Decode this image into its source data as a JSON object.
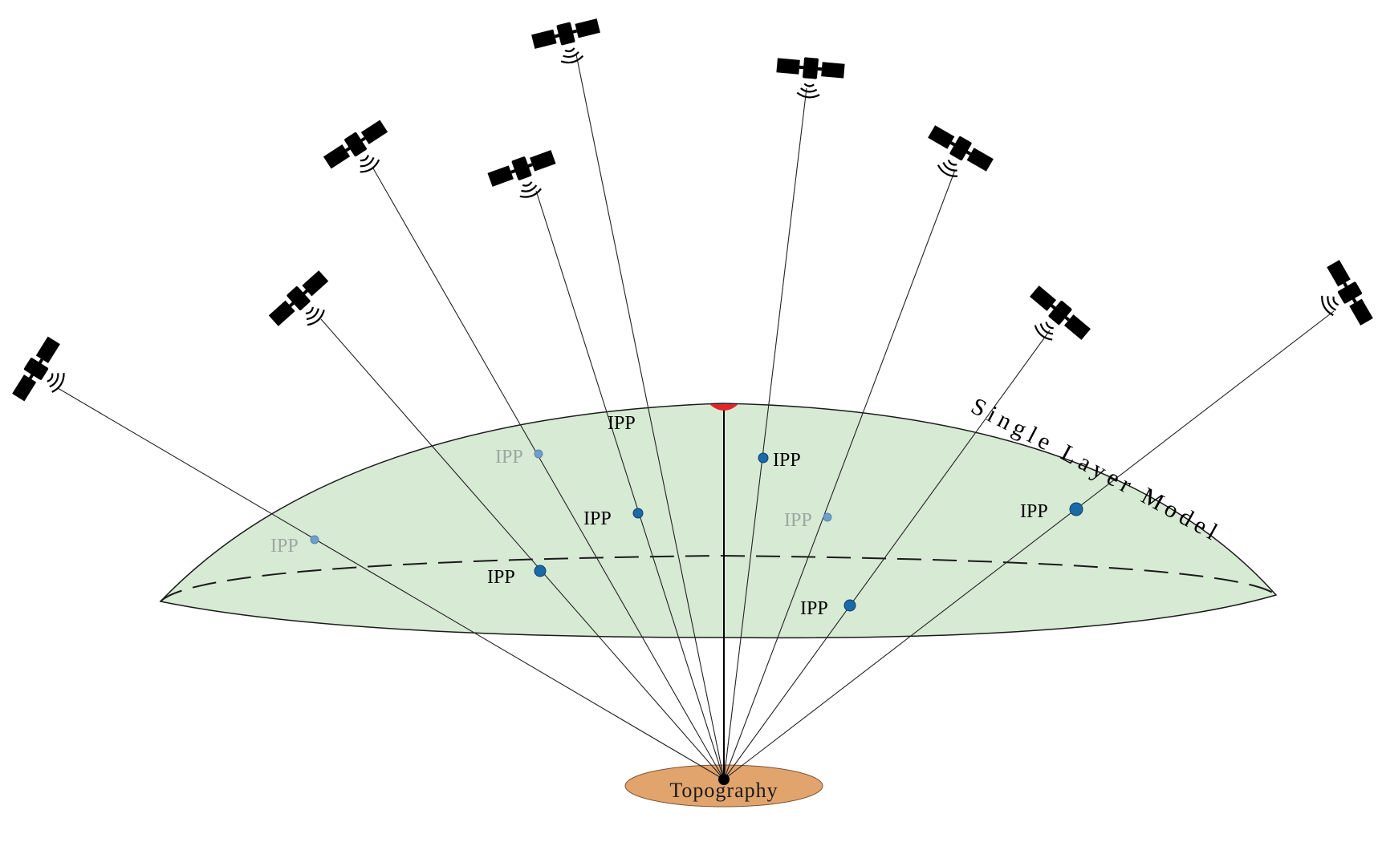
{
  "layer_label": "Single Layer Model",
  "topography_label": "Topography",
  "colors": {
    "shell_fill": "#d7ead4",
    "shell_stroke": "#1a1a1a",
    "topography_fill": "#e1a46c",
    "zenith_marker": "#e0262b",
    "ipp_dot": "#1a6aa8",
    "ipp_dot_faint": "#6d9fcc"
  },
  "icons": {
    "satellite": "satellite-icon",
    "receiver": "receiver-point"
  },
  "pierce_points": [
    {
      "label": "IPP",
      "faint": true
    },
    {
      "label": "IPP",
      "faint": false
    },
    {
      "label": "IPP",
      "faint": true
    },
    {
      "label": "IPP",
      "faint": false
    },
    {
      "label": "IPP",
      "faint": false
    },
    {
      "label": "IPP",
      "faint": false
    },
    {
      "label": "IPP",
      "faint": true
    },
    {
      "label": "IPP",
      "faint": false
    },
    {
      "label": "IPP",
      "faint": false
    }
  ]
}
